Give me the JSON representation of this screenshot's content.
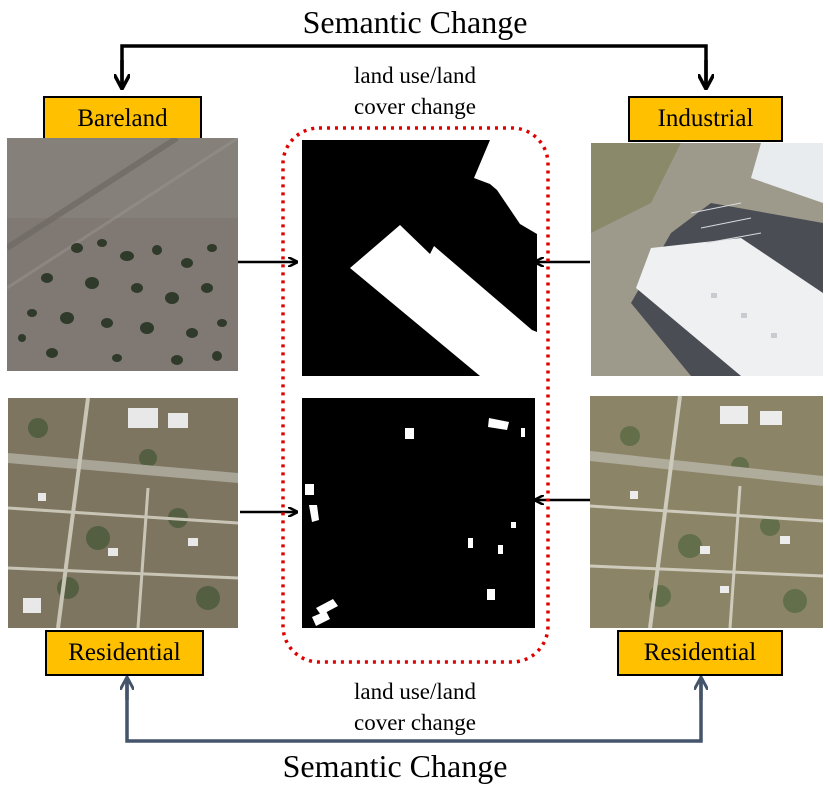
{
  "top_title": "Semantic Change",
  "bottom_title": "Semantic Change",
  "top_caption": [
    "land use/land",
    "cover change"
  ],
  "bottom_caption": [
    "land use/land",
    "cover change"
  ],
  "labels": {
    "top_left": "Bareland",
    "top_right": "Industrial",
    "bottom_left": "Residential",
    "bottom_right": "Residential"
  },
  "colors": {
    "label_fill": "#ffc000",
    "dashed_outline": "#e00000",
    "bottom_arrow": "#44546a",
    "top_arrow": "#000000",
    "mask_background": "#000000",
    "mask_foreground": "#ffffff"
  },
  "images": {
    "top_left": "aerial-bareland-with-trees",
    "top_right": "aerial-industrial-rooftops-and-parking",
    "bottom_left": "aerial-residential-town-before",
    "bottom_right": "aerial-residential-town-after",
    "top_mask": "binary-change-mask-large-building",
    "bottom_mask": "binary-change-mask-small-buildings"
  }
}
